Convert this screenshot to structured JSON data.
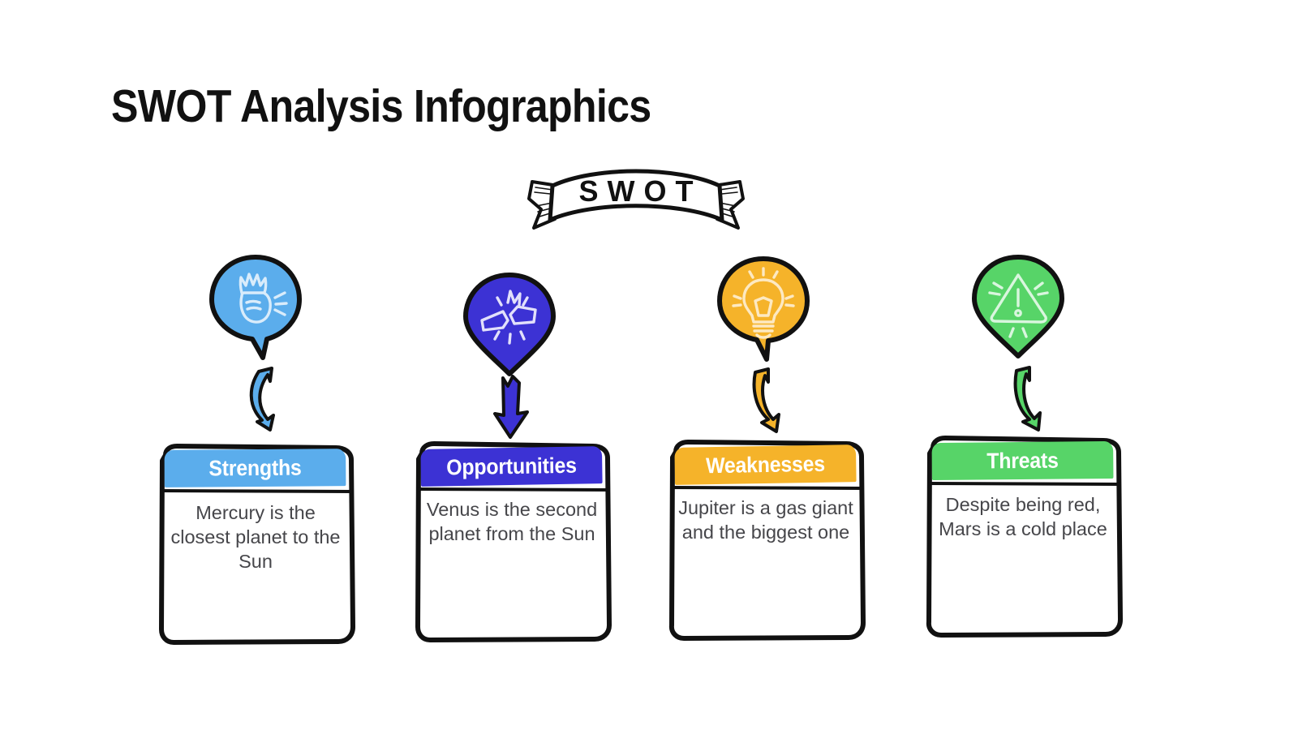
{
  "page": {
    "title": "SWOT Analysis Infographics",
    "background_color": "#ffffff"
  },
  "banner": {
    "label": "SWOT",
    "icon": "ribbon-banner",
    "fill": "#ffffff",
    "stroke": "#111111"
  },
  "columns": [
    {
      "key": "strengths",
      "header": "Strengths",
      "body": "Mercury is the closest planet to the Sun",
      "color": "#5badec",
      "bubble_shape": "speech-bubble-round",
      "bubble_icon": "raised-fist-icon",
      "arrow_style": "curved-arrow-right",
      "header_text_color": "#ffffff",
      "body_text_color": "#46464a"
    },
    {
      "key": "opportunities",
      "header": "Opportunities",
      "body": "Venus is the second planet from the Sun",
      "color": "#3c32d4",
      "bubble_shape": "teardrop-balloon",
      "bubble_icon": "broken-chain-icon",
      "arrow_style": "straight-arrow-down",
      "header_text_color": "#ffffff",
      "body_text_color": "#46464a"
    },
    {
      "key": "weaknesses",
      "header": "Weaknesses",
      "body": "Jupiter is a gas giant and the biggest one",
      "color": "#f5b32a",
      "bubble_shape": "speech-bubble-round",
      "bubble_icon": "lightbulb-icon",
      "arrow_style": "curved-arrow-right",
      "header_text_color": "#ffffff",
      "body_text_color": "#46464a"
    },
    {
      "key": "threats",
      "header": "Threats",
      "body": "Despite being red, Mars is a cold place",
      "color": "#57d468",
      "bubble_shape": "teardrop-balloon",
      "bubble_icon": "warning-triangle-icon",
      "arrow_style": "curved-arrow-right",
      "header_text_color": "#ffffff",
      "body_text_color": "#46464a"
    }
  ]
}
